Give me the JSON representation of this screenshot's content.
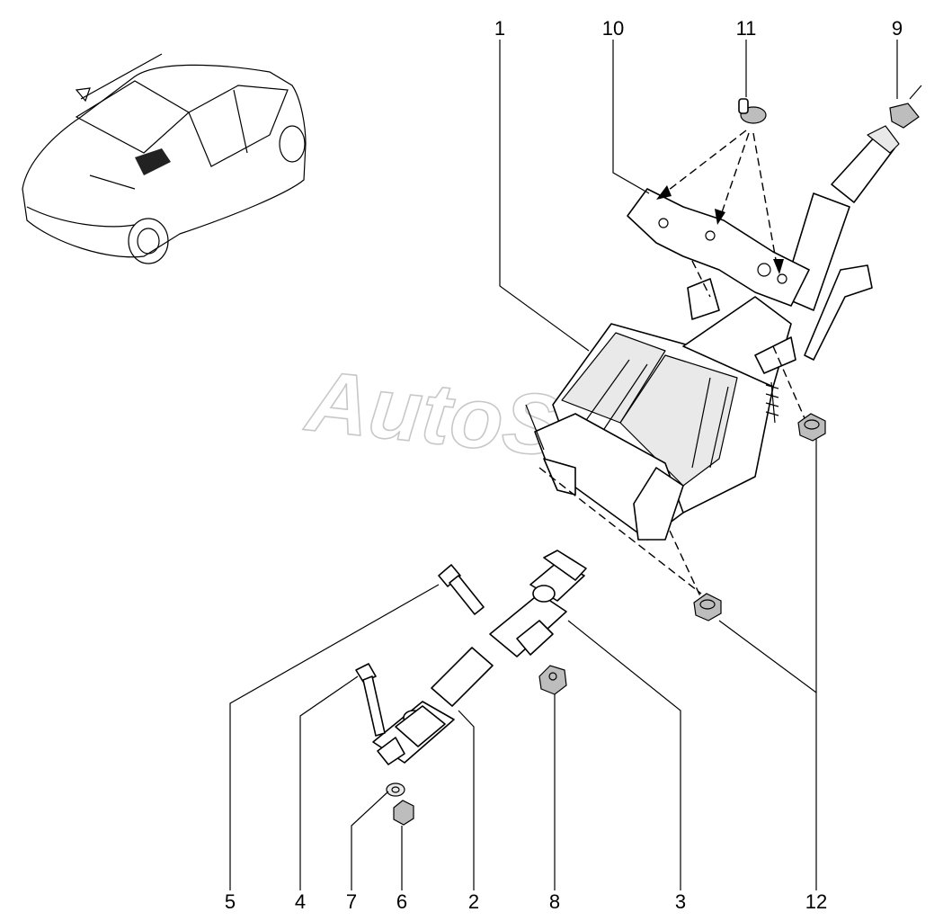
{
  "watermark": "AutoSoft",
  "callouts": [
    {
      "id": "1",
      "label": "1"
    },
    {
      "id": "10",
      "label": "10"
    },
    {
      "id": "11",
      "label": "11"
    },
    {
      "id": "9",
      "label": "9"
    },
    {
      "id": "5",
      "label": "5"
    },
    {
      "id": "4",
      "label": "4"
    },
    {
      "id": "7",
      "label": "7"
    },
    {
      "id": "6",
      "label": "6"
    },
    {
      "id": "2",
      "label": "2"
    },
    {
      "id": "8",
      "label": "8"
    },
    {
      "id": "3",
      "label": "3"
    },
    {
      "id": "12",
      "label": "12"
    }
  ]
}
